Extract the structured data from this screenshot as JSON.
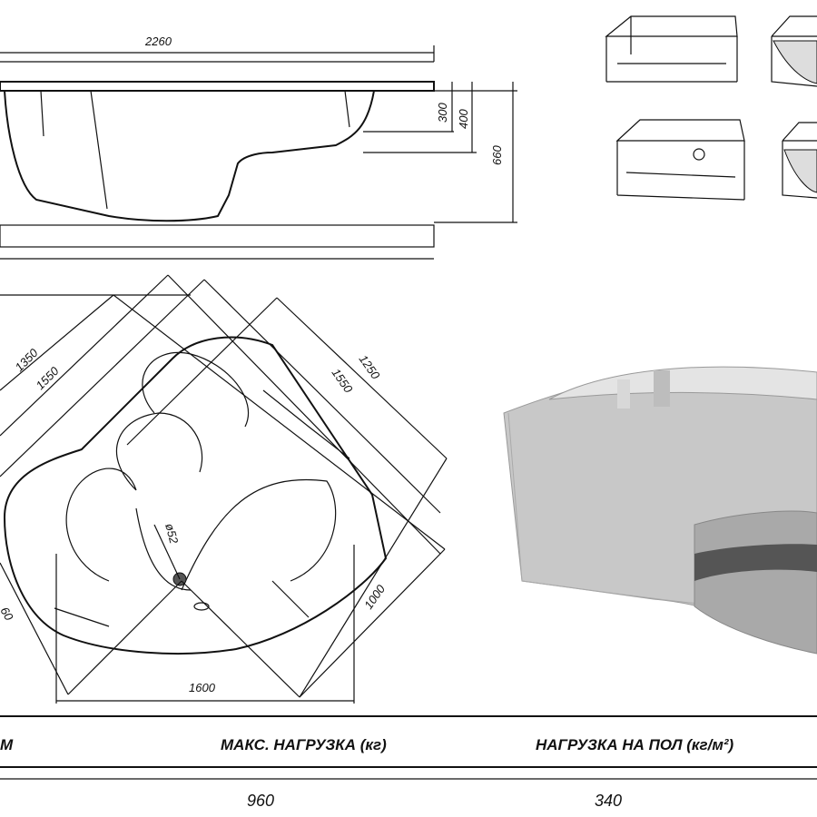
{
  "side_view": {
    "length": "2260",
    "depth_inner": "300",
    "depth_mid": "400",
    "height": "660"
  },
  "top_view": {
    "d1": "1350",
    "d2": "1550",
    "d3": "1250",
    "d4": "1550",
    "width": "1600",
    "side": "1000",
    "drain": "ø52",
    "left_cut": "60"
  },
  "table": {
    "col0_header": "М",
    "col1_header": "МАКС. НАГРУЗКА (кг)",
    "col2_header": "НАГРУЗКА НА ПОЛ (кг/м²)",
    "col1_value": "960",
    "col2_value": "340"
  }
}
